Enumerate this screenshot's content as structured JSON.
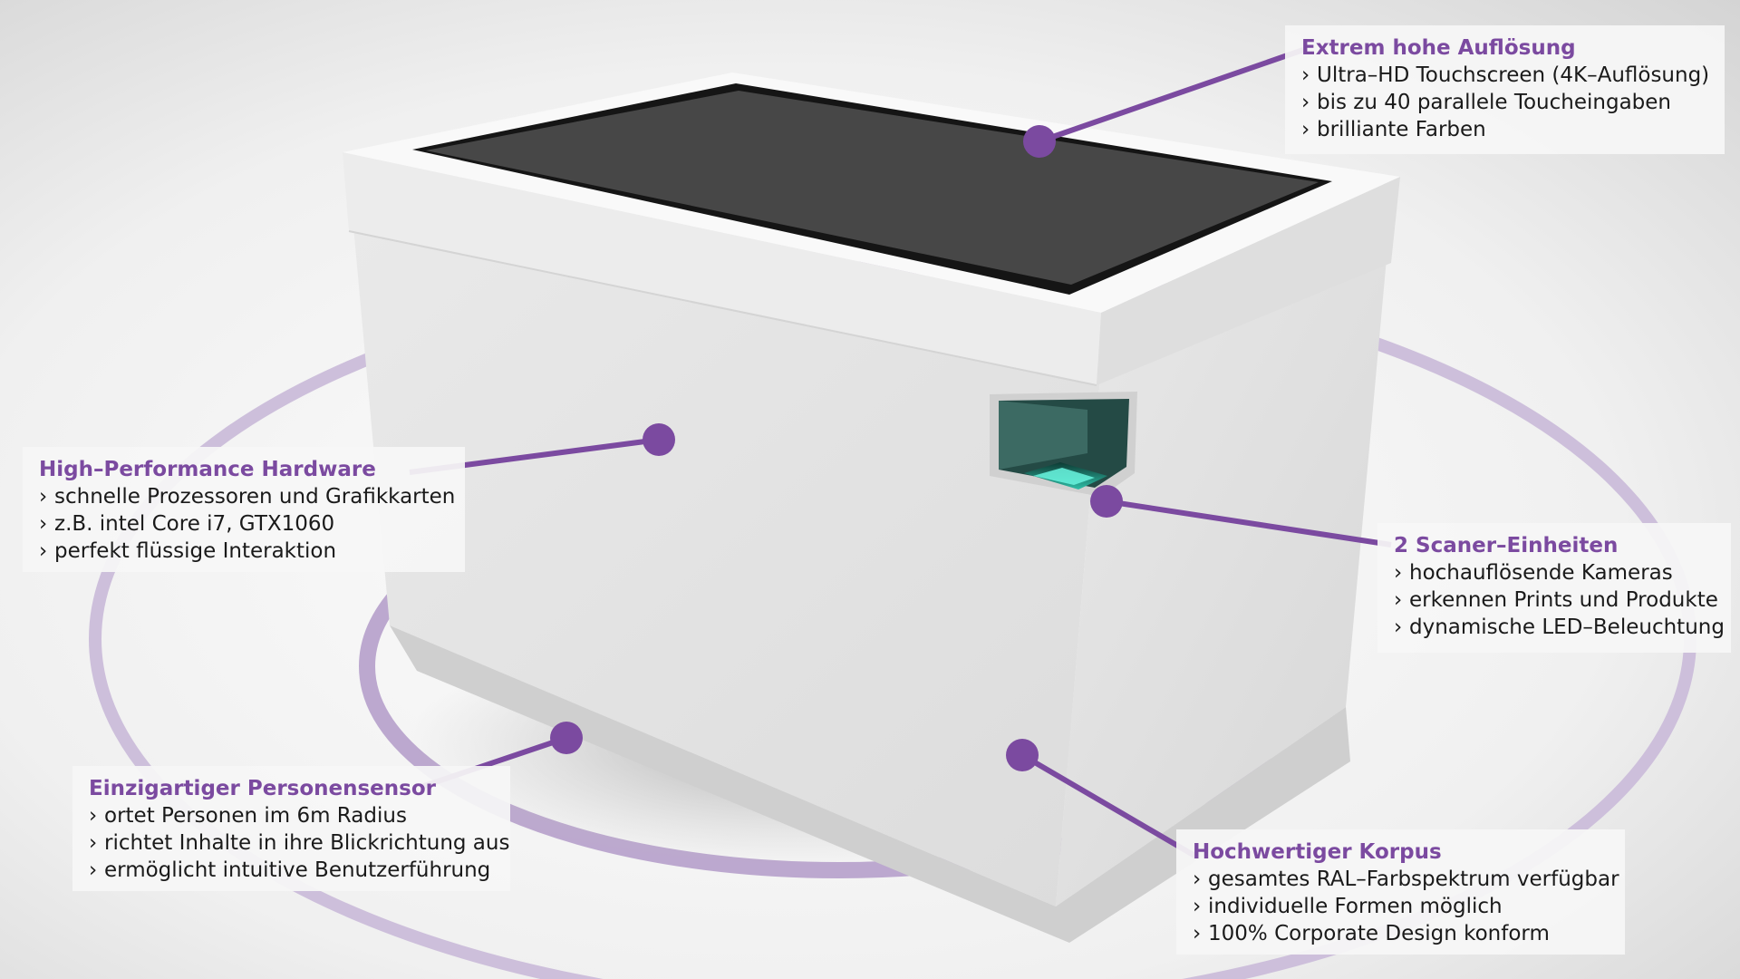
{
  "colors": {
    "accent": "#7b4aa0",
    "ring": "#cabad9",
    "text": "#1a1a1a",
    "body": "#e3e3e3",
    "screen": "#444444"
  },
  "bullet_glyph": "›",
  "callouts": [
    {
      "title": "Extrem hohe Auflösung",
      "items": [
        "Ultra–HD Touchscreen (4K–Auflösung)",
        "bis zu 40 parallele Toucheingaben",
        "brilliante Farben"
      ]
    },
    {
      "title": "High–Performance Hardware",
      "items": [
        "schnelle Prozessoren und Grafikkarten",
        "z.B. intel Core i7, GTX1060",
        "perfekt flüssige Interaktion"
      ]
    },
    {
      "title": "2 Scaner–Einheiten",
      "items": [
        "hochauflösende Kameras",
        "erkennen Prints und Produkte",
        "dynamische LED–Beleuchtung"
      ]
    },
    {
      "title": "Einzigartiger Personensensor",
      "items": [
        "ortet Personen im 6m Radius",
        "richtet Inhalte in ihre Blickrichtung aus",
        "ermöglicht intuitive Benutzerführung"
      ]
    },
    {
      "title": "Hochwertiger Korpus",
      "items": [
        "gesamtes RAL–Farbspektrum verfügbar",
        "individuelle Formen möglich",
        "100% Corporate Design konform"
      ]
    }
  ]
}
